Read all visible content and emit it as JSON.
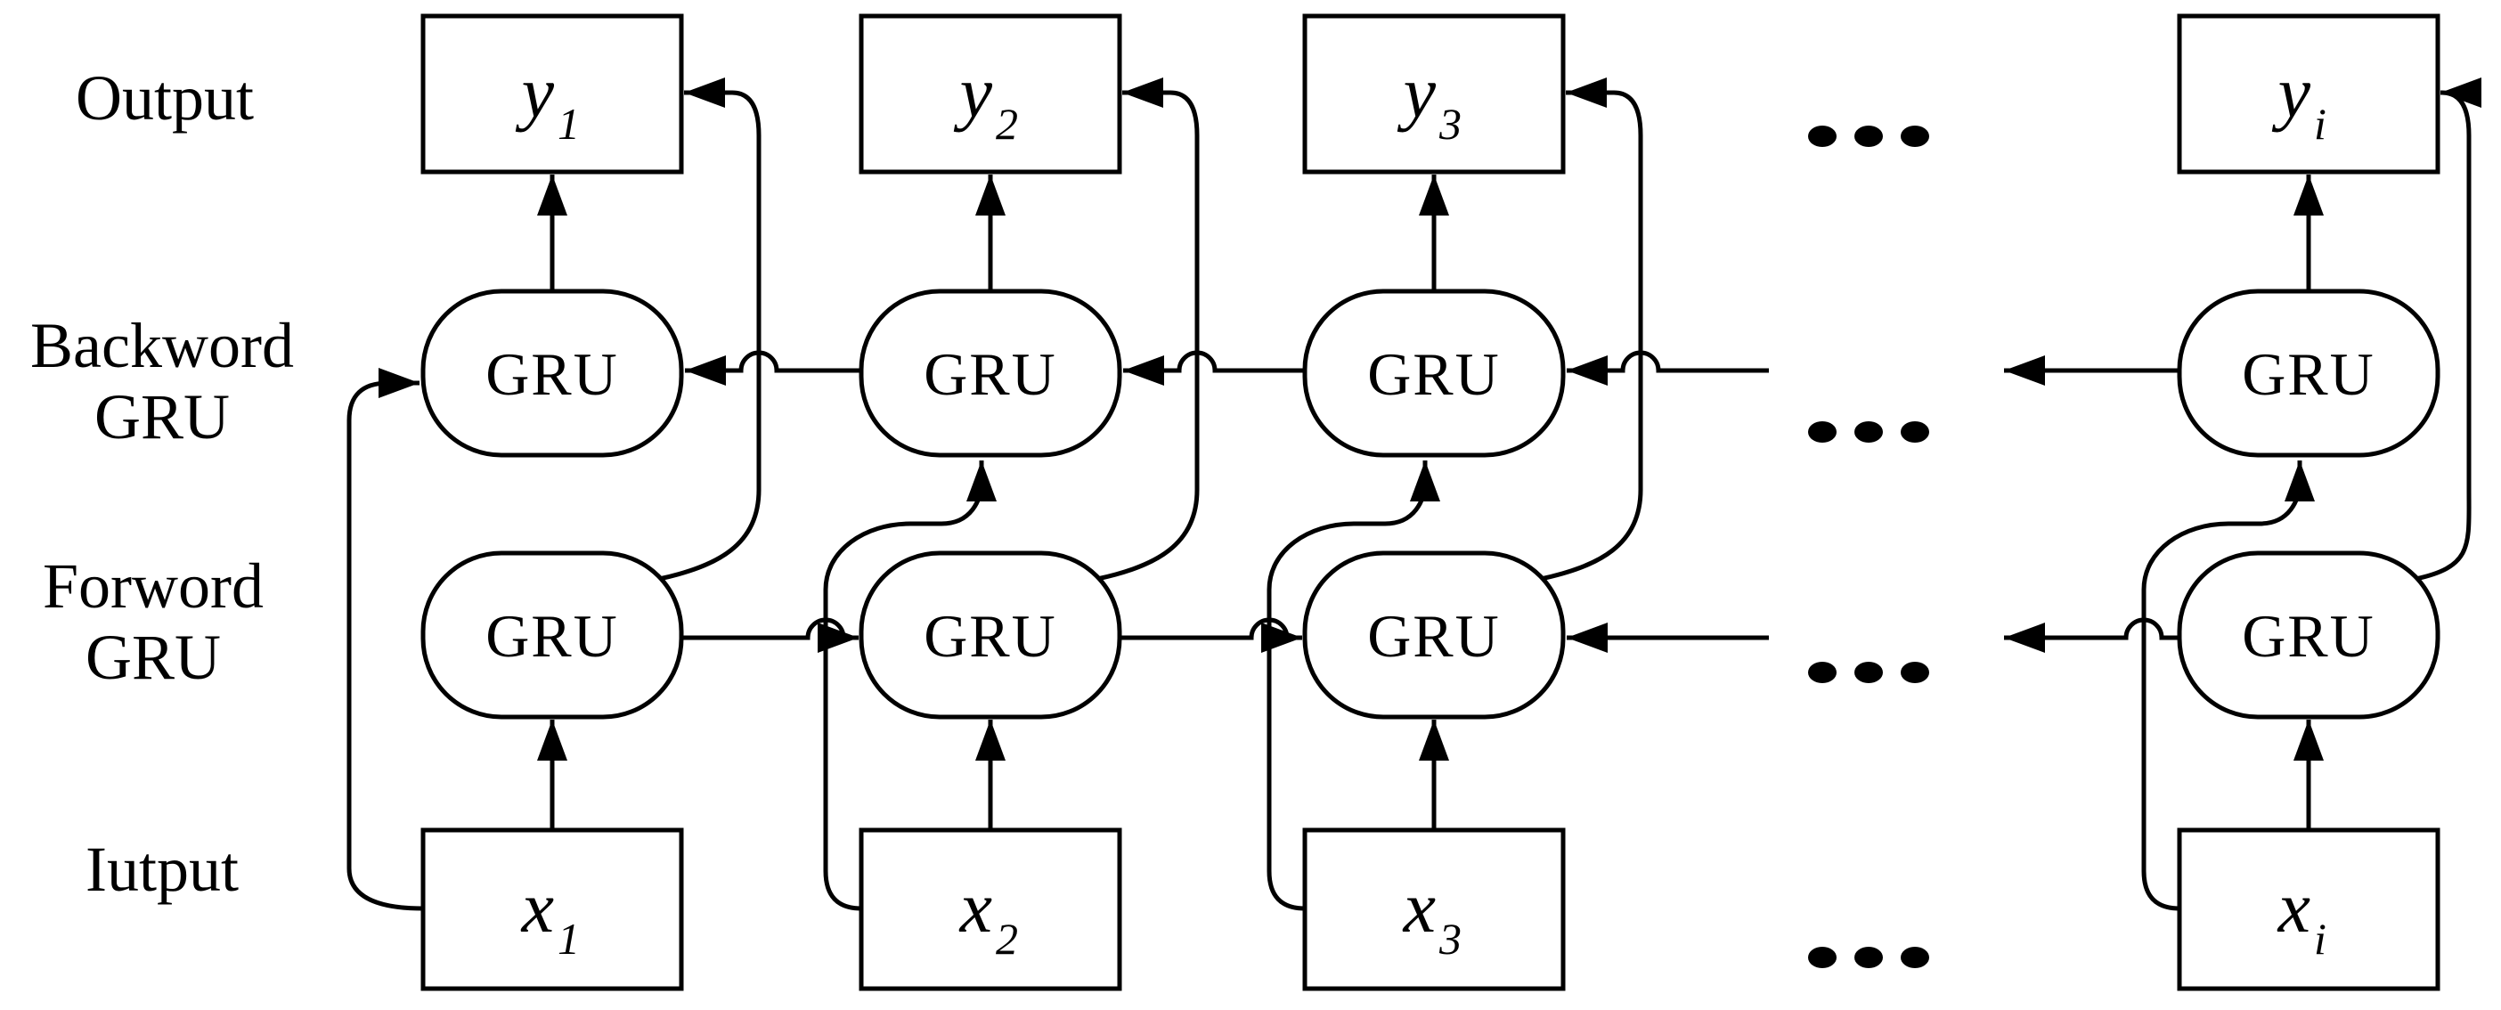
{
  "diagram": {
    "background_color": "#ffffff",
    "ink_color": "#000000",
    "row_labels": [
      {
        "id": "output",
        "lines": [
          "Output"
        ]
      },
      {
        "id": "backward-gru",
        "lines": [
          "Backword",
          "GRU"
        ]
      },
      {
        "id": "forward-gru",
        "lines": [
          "Forword",
          "GRU"
        ]
      },
      {
        "id": "input",
        "lines": [
          "Iutput"
        ]
      }
    ],
    "gru_node_label": "GRU",
    "columns": [
      {
        "id": "1",
        "output_symbol": "y",
        "output_subscript": "1",
        "input_symbol": "x",
        "input_subscript": "1"
      },
      {
        "id": "2",
        "output_symbol": "y",
        "output_subscript": "2",
        "input_symbol": "x",
        "input_subscript": "2"
      },
      {
        "id": "3",
        "output_symbol": "y",
        "output_subscript": "3",
        "input_symbol": "x",
        "input_subscript": "3"
      },
      {
        "id": "i",
        "output_symbol": "y",
        "output_subscript": "i",
        "input_symbol": "x",
        "input_subscript": "i"
      }
    ],
    "ellipsis_rows": 4,
    "ellipsis_dots_per_row": 3
  }
}
